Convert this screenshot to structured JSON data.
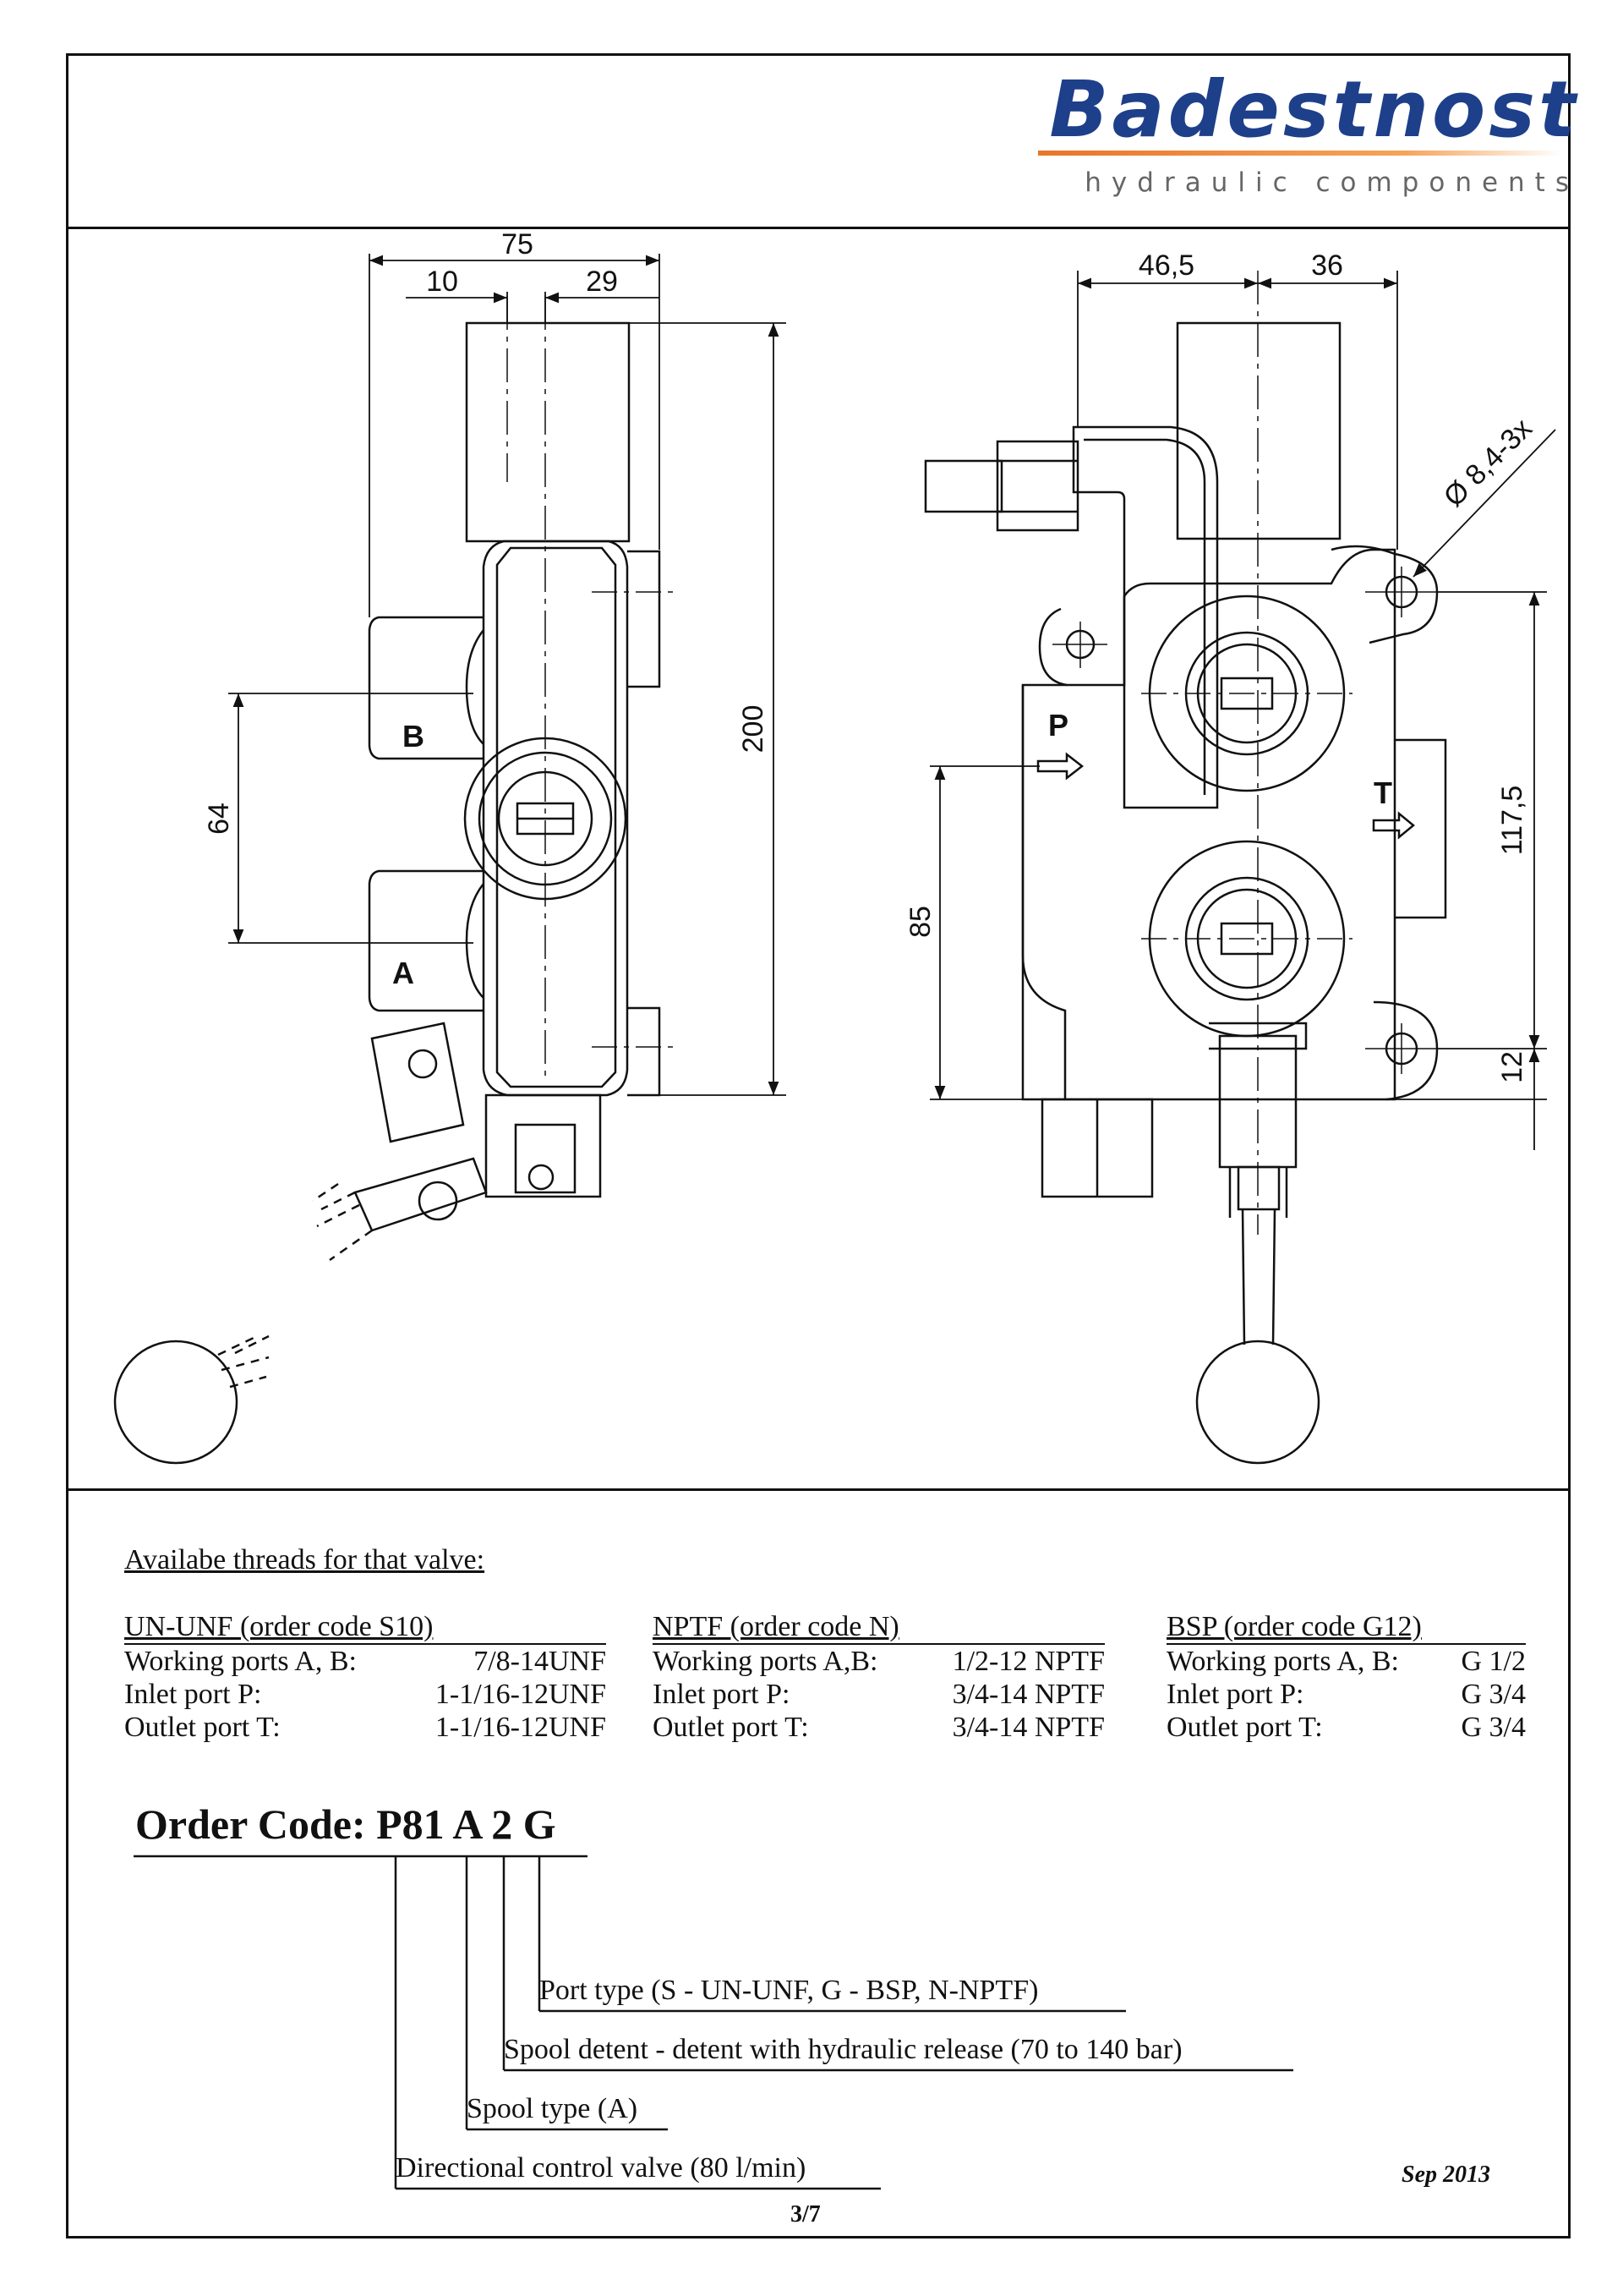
{
  "header": {
    "brand_name": "Badestnost",
    "brand_tagline": "hydraulic components",
    "accent_color": "#1e3f8a",
    "swoosh_color": "#e8752a"
  },
  "drawing": {
    "side_view": {
      "dim_total_width": "75",
      "dim_left": "10",
      "dim_right": "29",
      "dim_height": "200",
      "dim_ports": "64",
      "port_b_label": "B",
      "port_a_label": "A"
    },
    "front_view": {
      "dim_left": "46,5",
      "dim_right": "36",
      "dim_holes": "Ø 8,4-3x",
      "dim_inlet_height": "85",
      "dim_hole_spacing": "117,5",
      "dim_bottom_offset": "12",
      "port_p_label": "P",
      "port_t_label": "T"
    }
  },
  "threads": {
    "heading": "Availabe threads for that valve:",
    "columns": [
      {
        "title": "UN-UNF (order code S10)",
        "rows": [
          {
            "label": "Working ports A, B:",
            "value": "7/8-14UNF"
          },
          {
            "label": "Inlet port P:",
            "value": "1-1/16-12UNF"
          },
          {
            "label": "Outlet port T:",
            "value": "1-1/16-12UNF"
          }
        ]
      },
      {
        "title": "NPTF (order code N)",
        "rows": [
          {
            "label": "Working ports A,B:",
            "value": "1/2-12 NPTF"
          },
          {
            "label": "Inlet port P:",
            "value": "3/4-14 NPTF"
          },
          {
            "label": "Outlet port T:",
            "value": "3/4-14 NPTF"
          }
        ]
      },
      {
        "title": "BSP (order code G12)",
        "rows": [
          {
            "label": "Working ports A, B:",
            "value": "G 1/2"
          },
          {
            "label": "Inlet port P:",
            "value": "G 3/4"
          },
          {
            "label": "Outlet port T:",
            "value": "G 3/4"
          }
        ]
      }
    ]
  },
  "order_code": {
    "title": "Order Code: P81 A 2 G",
    "legend": [
      "Port type (S - UN-UNF, G - BSP, N-NPTF)",
      "Spool detent - detent with hydraulic release (70 to 140 bar)",
      "Spool type (A)",
      "Directional control valve (80 l/min)"
    ]
  },
  "footer": {
    "date": "Sep 2013",
    "page": "3/7"
  }
}
